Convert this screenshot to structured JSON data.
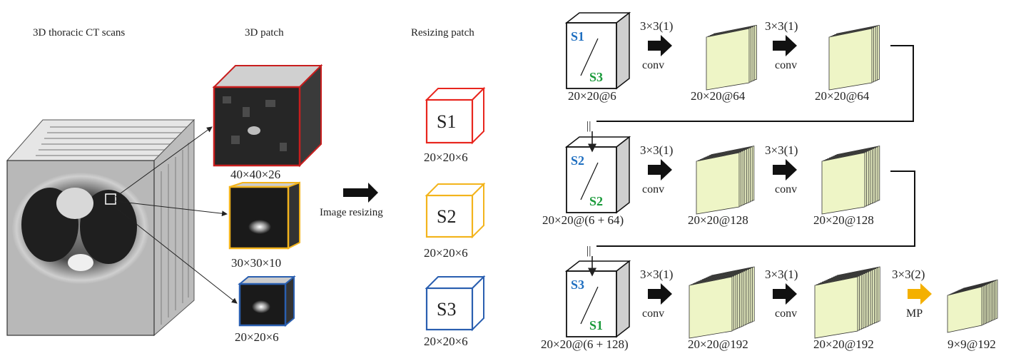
{
  "headers": {
    "ct": "3D thoracic CT scans",
    "patch": "3D patch",
    "resize": "Resizing patch"
  },
  "patch_sizes": [
    "40×40×26",
    "30×30×10",
    "20×20×6"
  ],
  "resizing": {
    "label": "Image resizing",
    "cubes": [
      {
        "tag": "S1",
        "size": "20×20×6",
        "color": "#e8261e"
      },
      {
        "tag": "S2",
        "size": "20×20×6",
        "color": "#f3b41c"
      },
      {
        "tag": "S3",
        "size": "20×20×6",
        "color": "#2a5fb0"
      }
    ]
  },
  "network": {
    "rows": [
      {
        "top": "S1",
        "bottom": "S3",
        "in_dim": "20×20@6",
        "op1": {
          "top": "3×3(1)",
          "bottom": "conv"
        },
        "feat1": "20×20@64",
        "op2": {
          "top": "3×3(1)",
          "bottom": "conv"
        },
        "feat2": "20×20@64"
      },
      {
        "top": "S2",
        "bottom": "S2",
        "in_dim": "20×20@(6 + 64)",
        "op1": {
          "top": "3×3(1)",
          "bottom": "conv"
        },
        "feat1": "20×20@128",
        "op2": {
          "top": "3×3(1)",
          "bottom": "conv"
        },
        "feat2": "20×20@128"
      },
      {
        "top": "S3",
        "bottom": "S1",
        "in_dim": "20×20@(6 + 128)",
        "op1": {
          "top": "3×3(1)",
          "bottom": "conv"
        },
        "feat1": "20×20@192",
        "op2": {
          "top": "3×3(1)",
          "bottom": "conv"
        },
        "feat2": "20×20@192",
        "op3": {
          "top": "3×3(2)",
          "bottom": "MP"
        },
        "feat3": "9×9@192"
      }
    ],
    "concat_symbol": "||",
    "colors": {
      "top_tag": "#1f6fc0",
      "bottom_tag": "#1a9a3a",
      "feature": "#eef5c6",
      "pool_arrow": "#f4b000"
    }
  },
  "icons": [
    "cube-icon",
    "arrow-right-icon",
    "feature-map-stack-icon"
  ]
}
